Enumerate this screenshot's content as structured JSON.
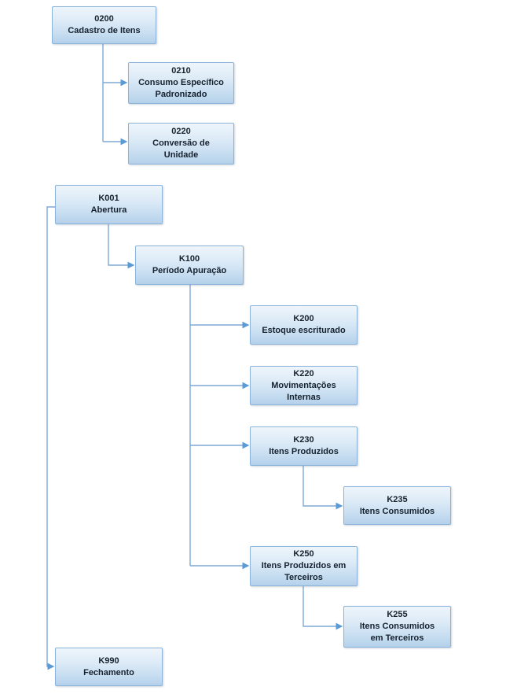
{
  "diagram": {
    "nodes": [
      {
        "id": "0200",
        "code": "0200",
        "label": "Cadastro de Itens"
      },
      {
        "id": "0210",
        "code": "0210",
        "label": "Consumo Específico\nPadronizado"
      },
      {
        "id": "0220",
        "code": "0220",
        "label": "Conversão de\nUnidade"
      },
      {
        "id": "K001",
        "code": "K001",
        "label": "Abertura"
      },
      {
        "id": "K100",
        "code": "K100",
        "label": "Período Apuração"
      },
      {
        "id": "K200",
        "code": "K200",
        "label": "Estoque escriturado"
      },
      {
        "id": "K220",
        "code": "K220",
        "label": "Movimentações\nInternas"
      },
      {
        "id": "K230",
        "code": "K230",
        "label": "Itens Produzidos"
      },
      {
        "id": "K235",
        "code": "K235",
        "label": "Itens Consumidos"
      },
      {
        "id": "K250",
        "code": "K250",
        "label": "Itens Produzidos em\nTerceiros"
      },
      {
        "id": "K255",
        "code": "K255",
        "label": "Itens Consumidos\nem Terceiros"
      },
      {
        "id": "K990",
        "code": "K990",
        "label": "Fechamento"
      }
    ],
    "edges": [
      {
        "from": "0200",
        "to": "0210"
      },
      {
        "from": "0200",
        "to": "0220"
      },
      {
        "from": "K001",
        "to": "K100"
      },
      {
        "from": "K001",
        "to": "K990"
      },
      {
        "from": "K100",
        "to": "K200"
      },
      {
        "from": "K100",
        "to": "K220"
      },
      {
        "from": "K100",
        "to": "K230"
      },
      {
        "from": "K230",
        "to": "K235"
      },
      {
        "from": "K100",
        "to": "K250"
      },
      {
        "from": "K250",
        "to": "K255"
      }
    ],
    "colors": {
      "background": "#ffffff",
      "box_fill_top": "#eef5fb",
      "box_fill_bottom": "#b4d1ea",
      "box_border": "#8cb3d9",
      "connector_line": "#7ea9d6",
      "arrowhead": "#5b9bd5",
      "text": "#16212e"
    }
  }
}
